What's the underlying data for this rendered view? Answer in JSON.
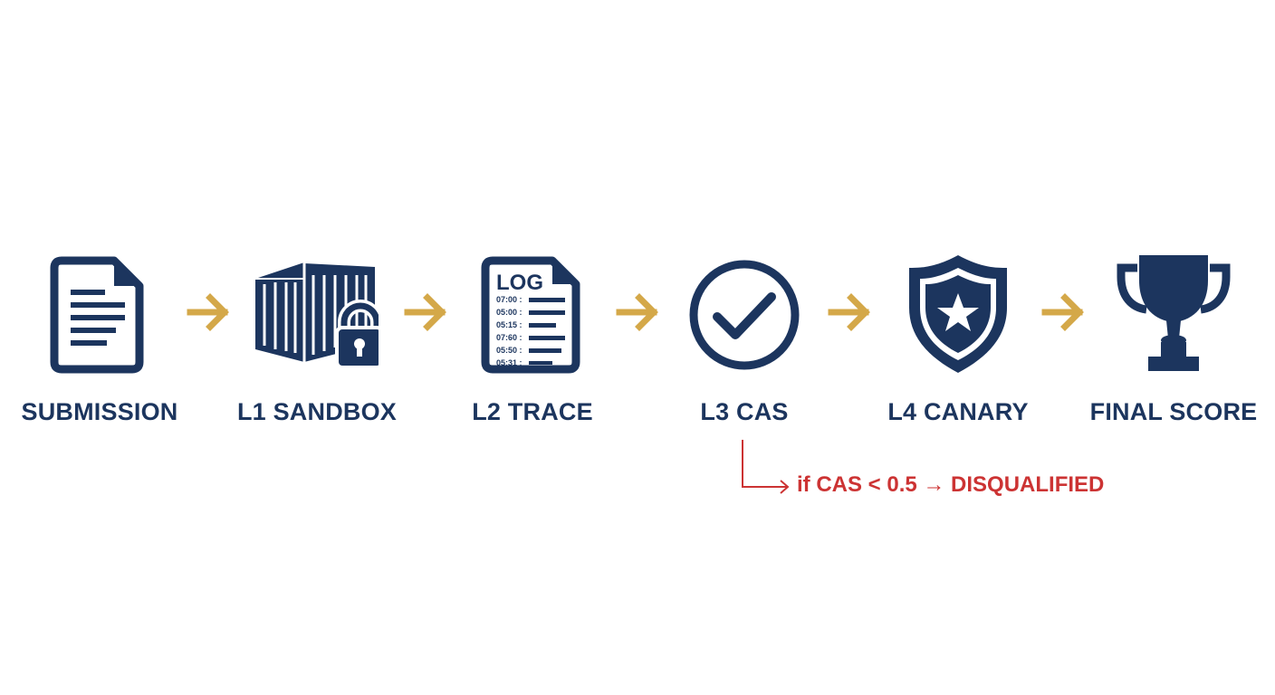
{
  "colors": {
    "navy": "#1c355e",
    "gold": "#d4a849",
    "red": "#cc3333",
    "background": "#ffffff"
  },
  "stages": [
    {
      "label": "SUBMISSION",
      "icon": "document-icon"
    },
    {
      "label": "L1 SANDBOX",
      "icon": "locked-container-icon"
    },
    {
      "label": "L2 TRACE",
      "icon": "log-file-icon"
    },
    {
      "label": "L3 CAS",
      "icon": "check-circle-icon"
    },
    {
      "label": "L4 CANARY",
      "icon": "shield-star-icon"
    },
    {
      "label": "FINAL SCORE",
      "icon": "trophy-icon"
    }
  ],
  "log_icon": {
    "title": "LOG",
    "entries": [
      "07:00 :",
      "05:00 :",
      "05:15 :",
      "07:60 :",
      "05:50 :",
      "05:31 :"
    ]
  },
  "branch": {
    "text": "if CAS < 0.5 → DISQUALIFIED"
  }
}
